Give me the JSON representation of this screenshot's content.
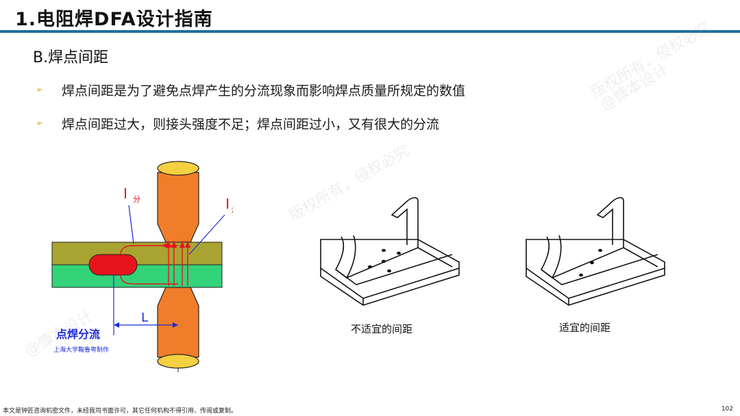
{
  "header": {
    "title": "1.电阻焊DFA设计指南"
  },
  "section": {
    "title": "B.焊点间距"
  },
  "bullets": [
    "焊点间距是为了避免点焊产生的分流现象而影响焊点质量所规定的数值",
    "焊点间距过大，则接头强度不足；焊点间距过小，又有很大的分流"
  ],
  "diagram": {
    "i_shunt_main": "I",
    "i_shunt_sub": "分",
    "i_weld_main": "I",
    "i_weld_sub": "焊",
    "l_label": "L",
    "caption": "点焊分流",
    "credit": "上海大学鞠鲁粤制作"
  },
  "figures": {
    "unsuitable": "不适宜的间距",
    "suitable": "适宜的间距"
  },
  "watermarks": [
    "版权所有，侵权必究",
    "@慷本设计",
    "版权所有，侵权必究",
    "@慷本设计"
  ],
  "footer": {
    "notice": "本文是钟匠咨询机密文件，未经我司书面许可，其它任何机构不得引用、传阅或复制。",
    "page": "102"
  }
}
